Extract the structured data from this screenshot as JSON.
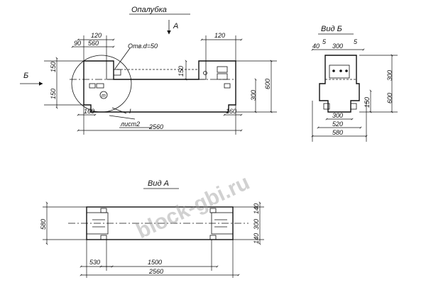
{
  "titles": {
    "formwork": "Опалубка",
    "view_b": "Вид Б",
    "view_a": "Вид А"
  },
  "markers": {
    "a": "А",
    "b": "Б"
  },
  "notes": {
    "hole": "Отв.d=50",
    "sheet": "лист2",
    "section": "I"
  },
  "watermark": "block-gbi.ru",
  "dims_main": {
    "d120_left": "120",
    "d90": "90",
    "d560": "560",
    "d120_right": "120",
    "d150_top": "150",
    "d150_bot": "150",
    "d150_mid": "150",
    "d300": "300",
    "d600": "600",
    "d160_left": "160",
    "d160_right": "160",
    "d2560": "2560"
  },
  "dims_view_b": {
    "d40": "40",
    "d5_left": "5",
    "d300_top": "300",
    "d5_right": "5",
    "d300_right": "300",
    "d600": "600",
    "d150": "150",
    "d300_bot": "300",
    "d520": "520",
    "d580": "580"
  },
  "dims_view_a": {
    "d580_left": "580",
    "d140_top": "140",
    "d300": "300",
    "d140_bot": "140",
    "d530": "530",
    "d1500": "1500",
    "d2560": "2560"
  }
}
